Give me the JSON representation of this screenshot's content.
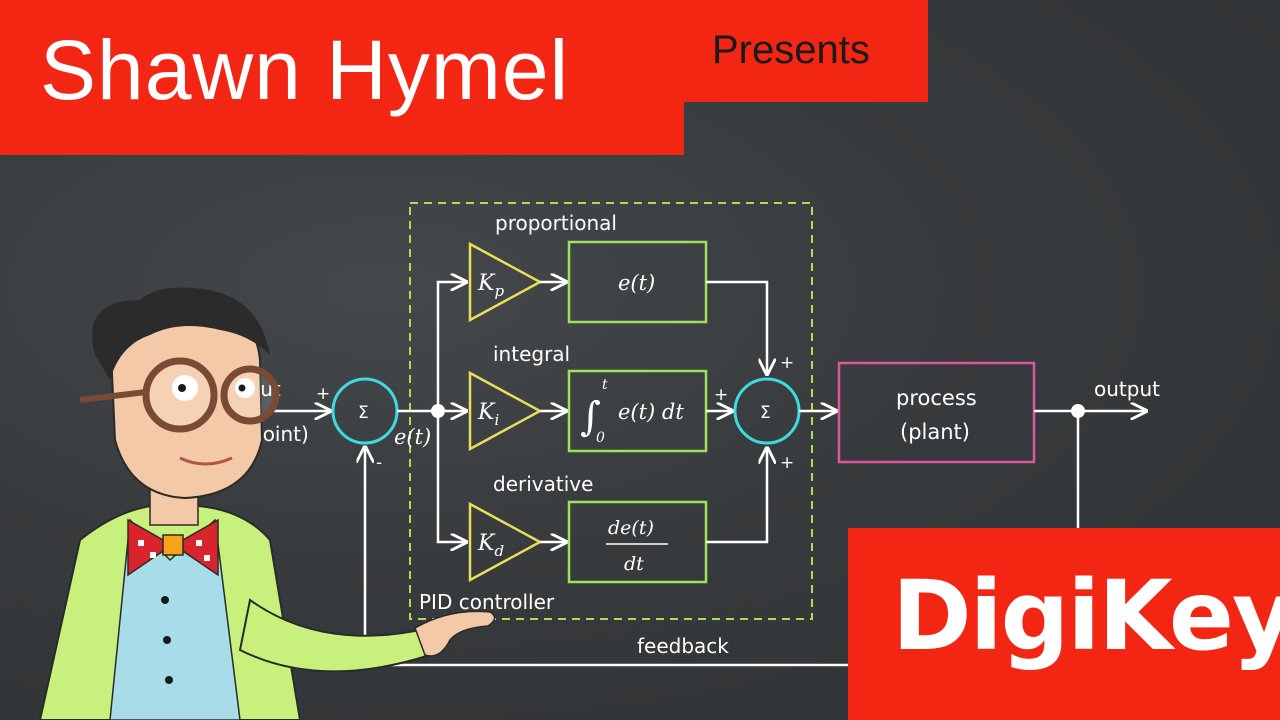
{
  "banner": {
    "name": "Shawn Hymel",
    "presents": "Presents"
  },
  "logo": {
    "text": "DigiKey"
  },
  "diagram": {
    "setpoint_label_line1": "out",
    "setpoint_label_line2": "point)",
    "plus_sign": "+",
    "minus_sign": "-",
    "sum_symbol": "Σ",
    "error_label": "e(t)",
    "branches": {
      "proportional": {
        "label": "proportional",
        "gain": "K",
        "sub": "p",
        "block": "e(t)"
      },
      "integral": {
        "label": "integral",
        "gain": "K",
        "sub": "i",
        "block_integral": "∫",
        "upper": "t",
        "lower": "0",
        "block": "e(t) dt"
      },
      "derivative": {
        "label": "derivative",
        "gain": "K",
        "sub": "d",
        "numerator": "de(t)",
        "denominator": "dt"
      }
    },
    "controller_label": "PID controller",
    "process_line1": "process",
    "process_line2": "(plant)",
    "output_label": "output",
    "feedback_label": "feedback"
  },
  "colors": {
    "banner_red": "#f22613",
    "sum_circle": "#3fd9e0",
    "gain_triangle": "#e8de5a",
    "term_box": "#9be35a",
    "process_box": "#e0559e",
    "dashed_border": "#a8e04f"
  }
}
